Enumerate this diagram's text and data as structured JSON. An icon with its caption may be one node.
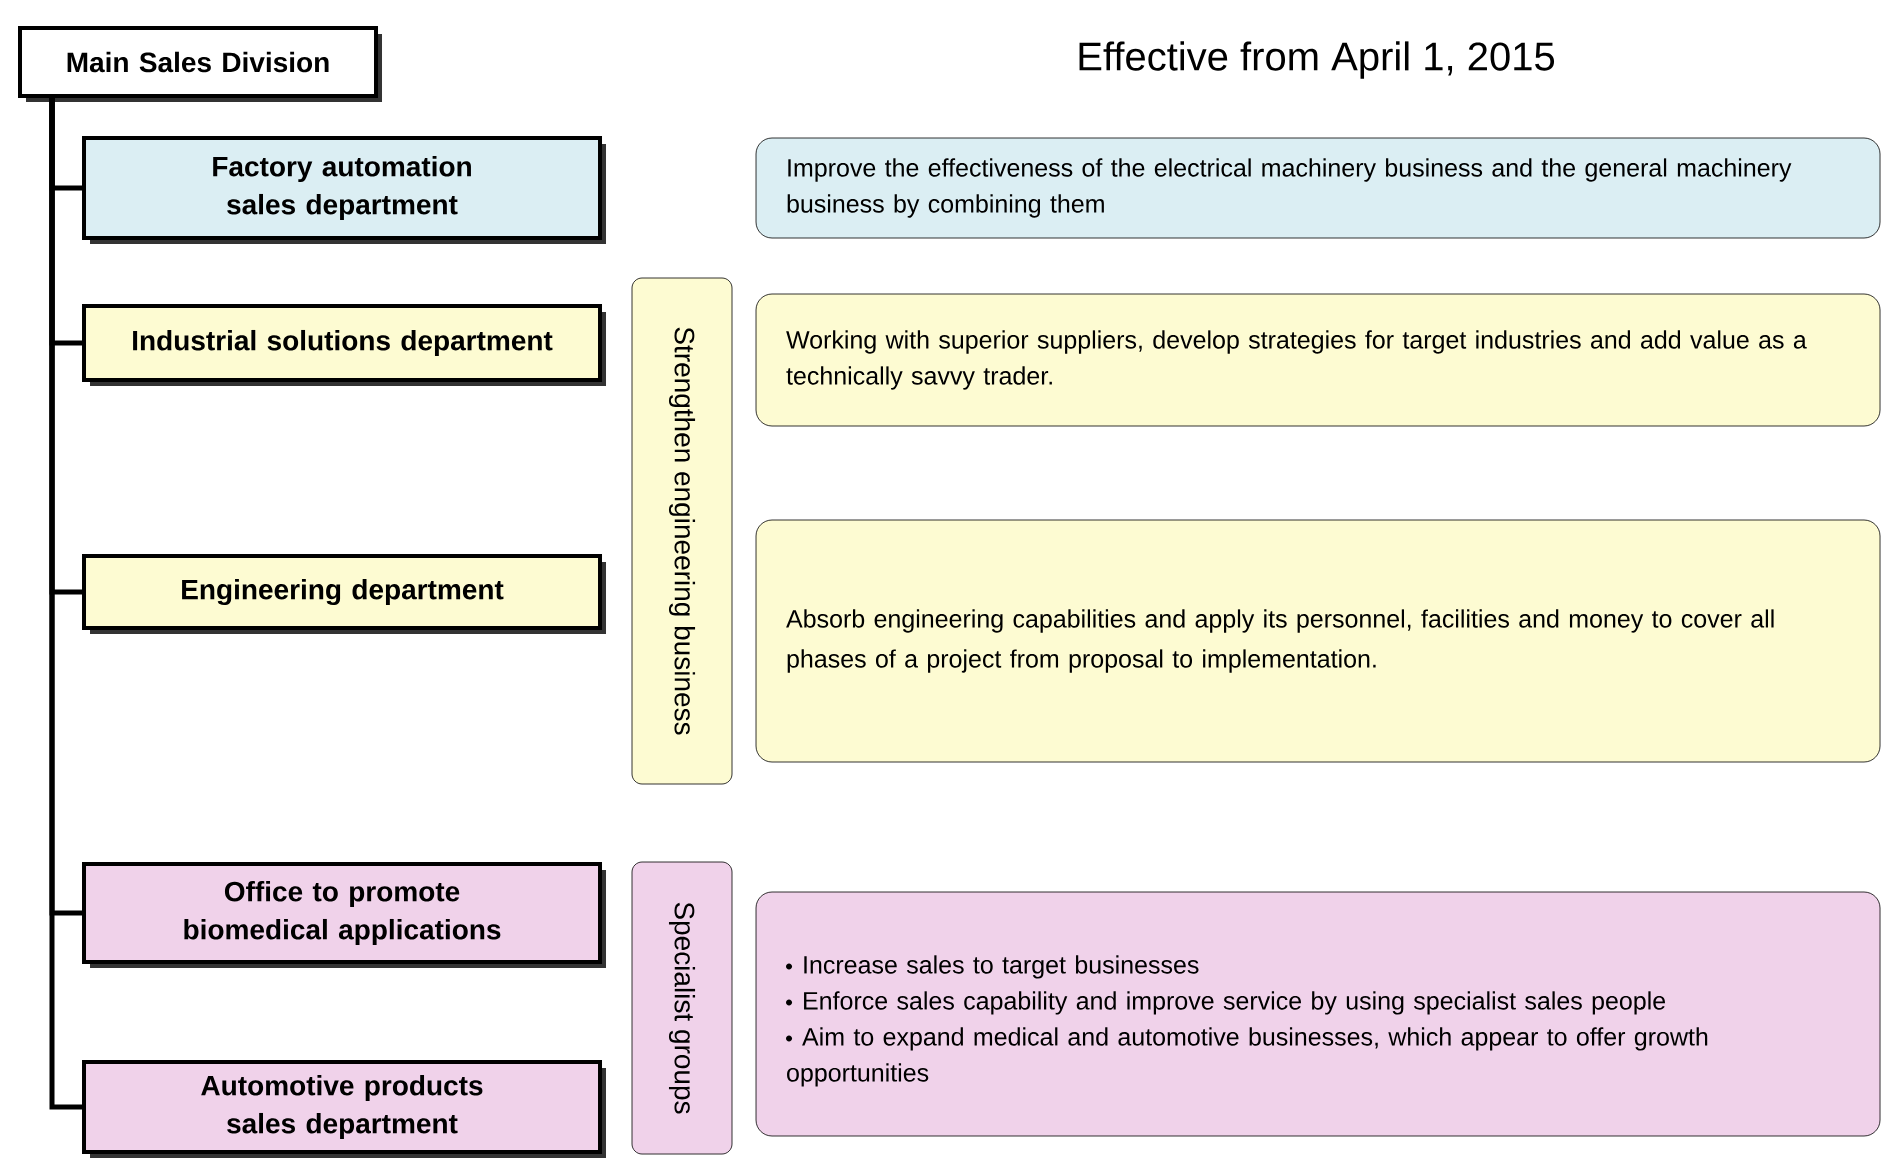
{
  "diagram": {
    "title": "Effective from April 1, 2015",
    "nodes": [
      {
        "text": [
          "Main Sales Division"
        ]
      },
      {
        "text": [
          "Factory automation sales department"
        ]
      },
      {
        "text": [
          "Industrial solutions department"
        ]
      },
      {
        "text": [
          "Engineering department"
        ]
      },
      {
        "text": [
          "Office to promote biomedical applications"
        ]
      },
      {
        "text": [
          "Automotive products sales department"
        ]
      },
      {
        "text": [
          "Strengthen engineering business"
        ]
      },
      {
        "text": [
          "Specialist groups"
        ]
      },
      {
        "text": [
          "Improve the effectiveness of the electrical machinery business and the general machinery business by combining them"
        ]
      },
      {
        "text": [
          "Working with superior suppliers, develop strategies for target industries and add value as a technically savvy trader."
        ]
      },
      {
        "text": [
          "Absorb engineering capabilities and apply its personnel, facilities and money to cover all phases of a project from proposal to implementation."
        ]
      },
      {
        "text": [
          "Increase sales to target businesses",
          "Enforce sales capability and improve service by using specialist sales people",
          "Aim to expand medical and automotive businesses, which appear to offer growth opportunities"
        ]
      }
    ],
    "edges": [
      {
        "from": 0,
        "to": 1,
        "arrow": "none"
      },
      {
        "from": 0,
        "to": 2,
        "arrow": "none"
      },
      {
        "from": 0,
        "to": 3,
        "arrow": "none"
      },
      {
        "from": 0,
        "to": 4,
        "arrow": "none"
      },
      {
        "from": 0,
        "to": 5,
        "arrow": "none"
      }
    ]
  }
}
